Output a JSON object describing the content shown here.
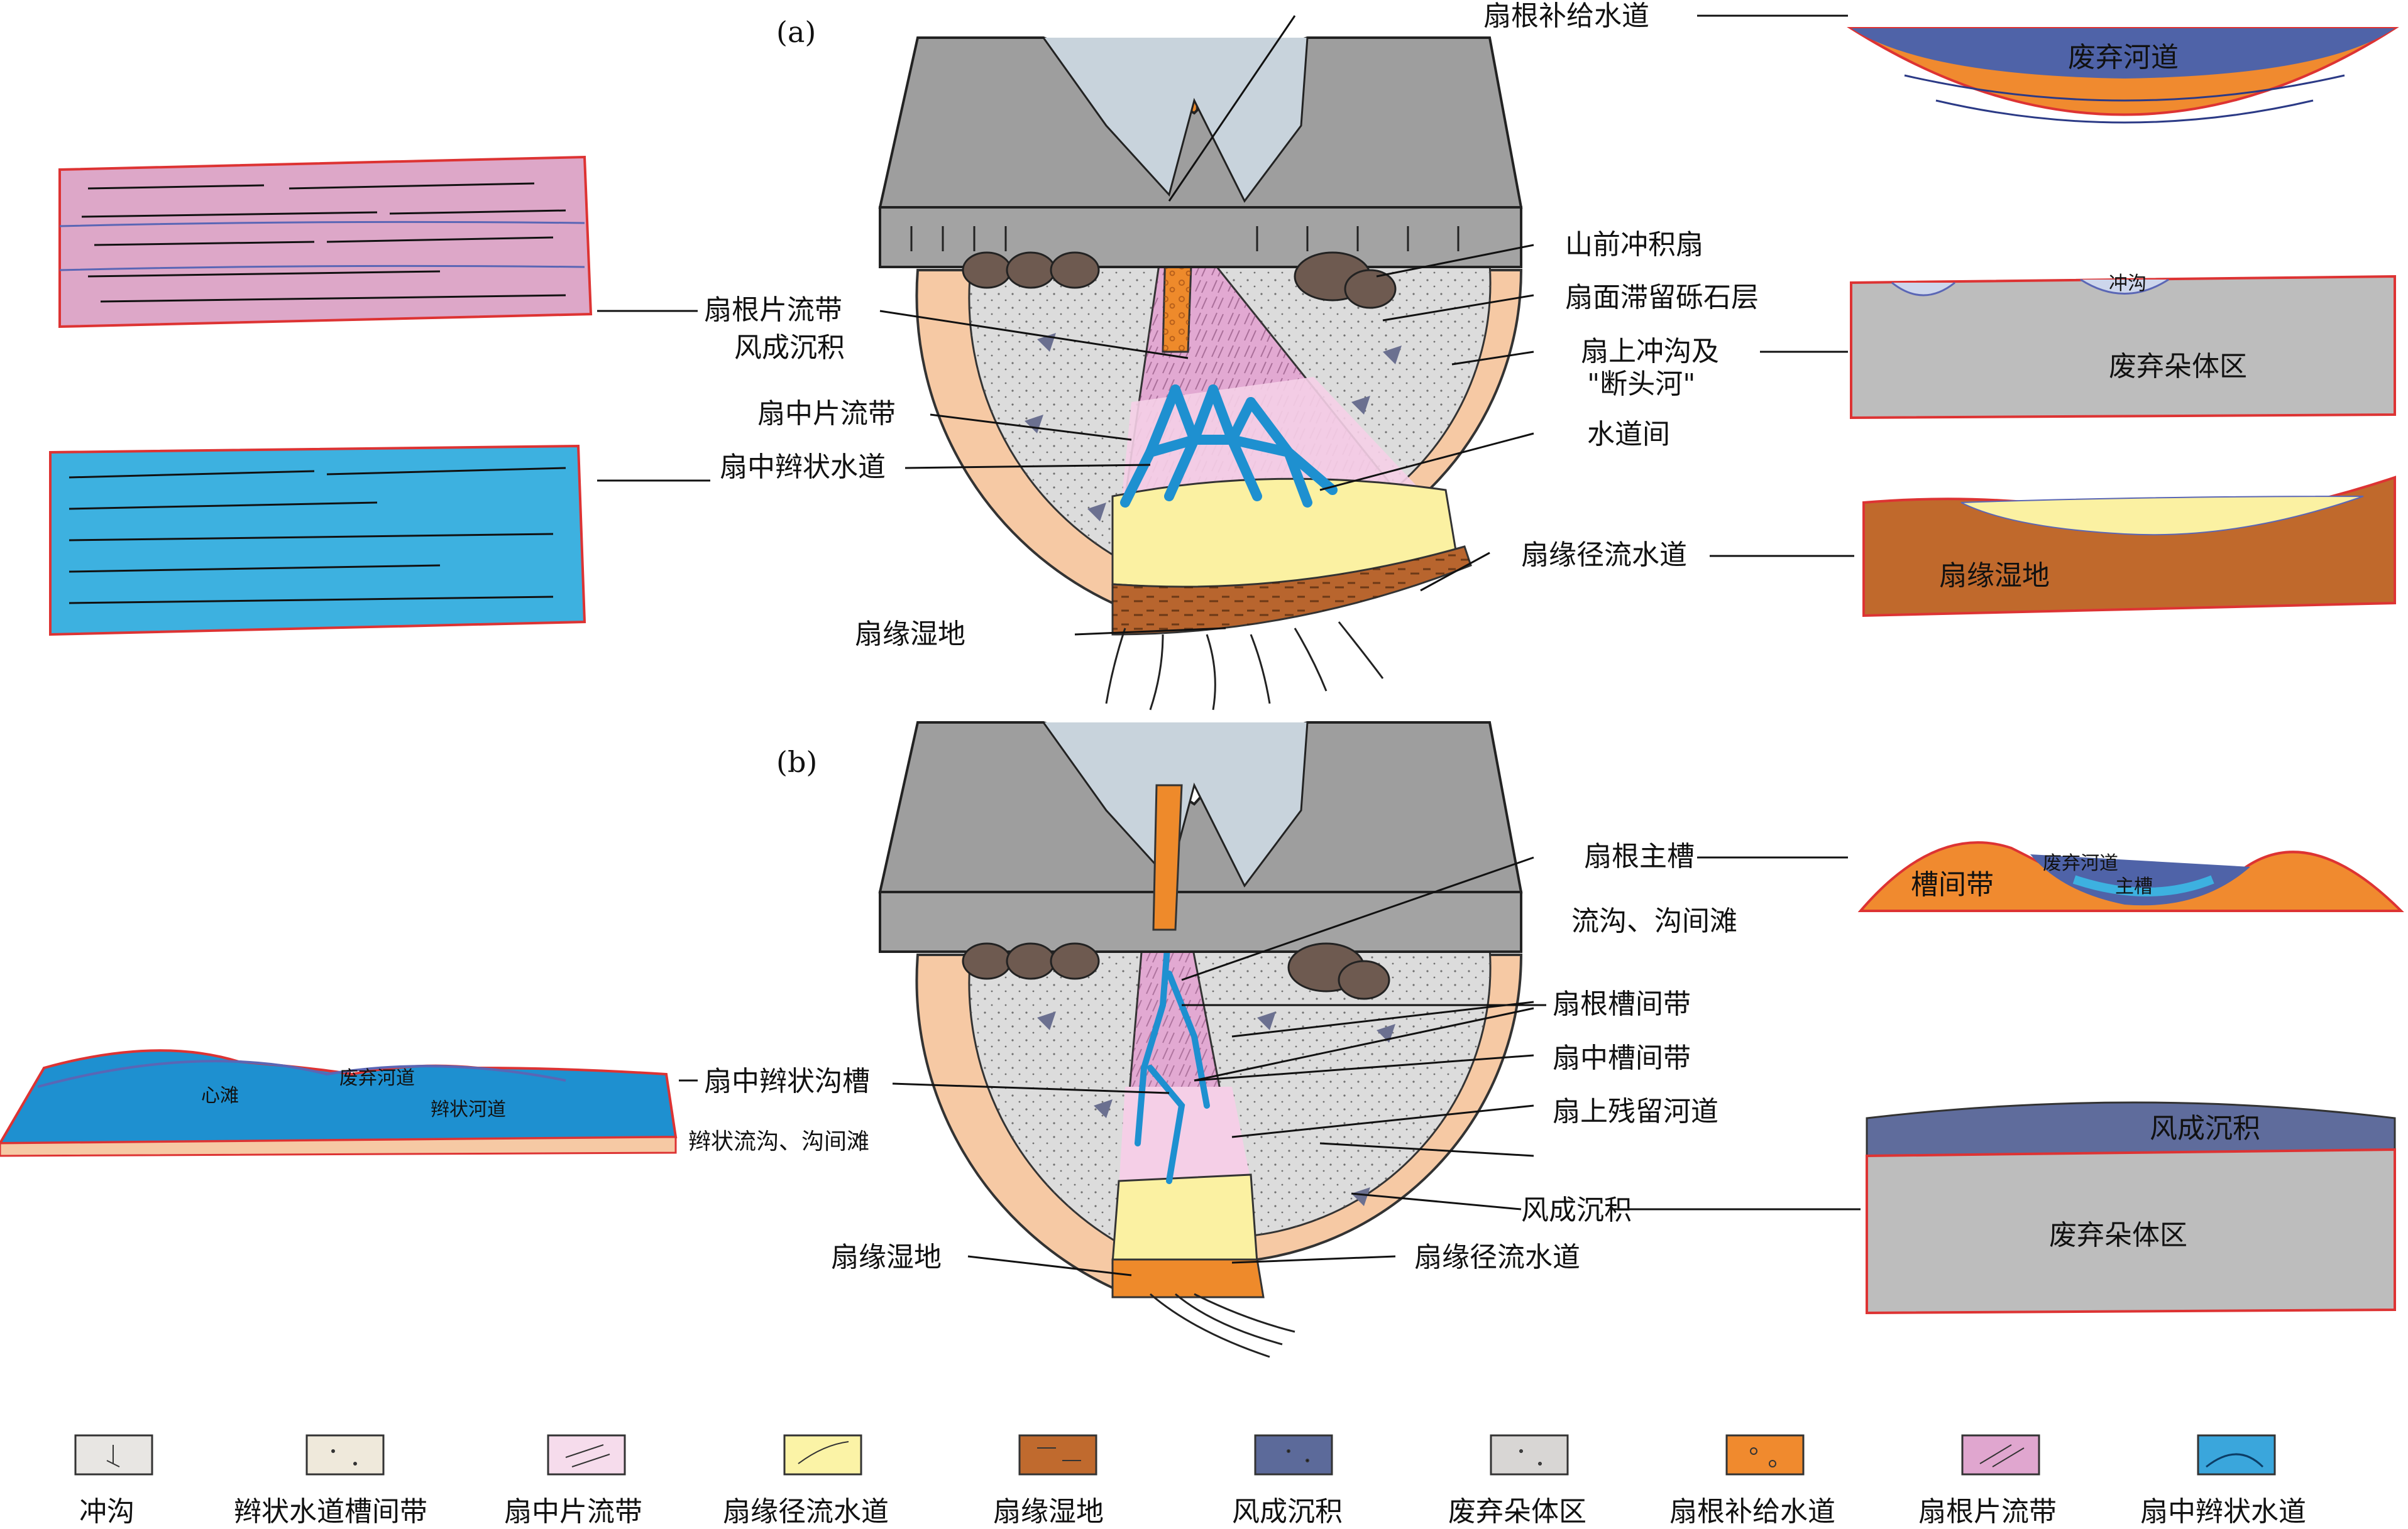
{
  "panels": {
    "a": "(a)",
    "b": "(b)"
  },
  "labels_a": {
    "fan_root_feeder": "扇根补给水道",
    "piedmont_fan": "山前冲积扇",
    "fan_lag_gravel": "扇面滞留砾石层",
    "upper_gully_1": "扇上冲沟及",
    "upper_gully_2": "\"断头河\"",
    "interchannel": "水道间",
    "fan_edge_runoff": "扇缘径流水道",
    "fan_edge_wetland": "扇缘湿地",
    "fan_root_sheet": "扇根片流带",
    "aeolian": "风成沉积",
    "mid_sheet": "扇中片流带",
    "mid_braided": "扇中辫状水道"
  },
  "labels_b": {
    "fan_root_main": "扇根主槽",
    "rill_bar": "流沟、沟间滩",
    "root_interchannel": "扇根槽间带",
    "mid_interchannel": "扇中槽间带",
    "upper_relict": "扇上残留河道",
    "aeolian": "风成沉积",
    "fan_edge_runoff": "扇缘径流水道",
    "fan_edge_wetland": "扇缘湿地",
    "mid_braided_trough": "扇中辫状沟槽",
    "braided_rill_bar": "辫状流沟、沟间滩"
  },
  "sections": {
    "abandoned_channel": "废弃河道",
    "gully": "冲沟",
    "abandoned_lobe": "废弃朵体区",
    "fan_edge_wetland": "扇缘湿地",
    "trough_zone": "槽间带",
    "abandoned_channel_small": "废弃河道",
    "main_trough": "主槽",
    "heart_bar": "心滩",
    "abandoned_channel_b": "废弃河道",
    "braided_channel": "辫状河道",
    "aeolian": "风成沉积",
    "abandoned_lobe_b": "废弃朵体区"
  },
  "legend": [
    {
      "label": "冲沟",
      "icon": "gully-pattern",
      "color": "#e8e6e3"
    },
    {
      "label": "辫状水道槽间带",
      "icon": "dotted-pattern",
      "color": "#efe9db"
    },
    {
      "label": "扇中片流带",
      "icon": "sheet-pattern",
      "color": "#f6dcec"
    },
    {
      "label": "扇缘径流水道",
      "icon": "runoff-pattern",
      "color": "#fbf3a6"
    },
    {
      "label": "扇缘湿地",
      "icon": "wetland-pattern",
      "color": "#c06a2e"
    },
    {
      "label": "风成沉积",
      "icon": "aeolian-pattern",
      "color": "#5c6a9a"
    },
    {
      "label": "废弃朵体区",
      "icon": "lobe-pattern",
      "color": "#d8d6d4"
    },
    {
      "label": "扇根补给水道",
      "icon": "feeder-pattern",
      "color": "#f08a2e"
    },
    {
      "label": "扇根片流带",
      "icon": "root-sheet-pattern",
      "color": "#e0a6cf"
    },
    {
      "label": "扇中辫状水道",
      "icon": "braided-pattern",
      "color": "#3aa6dc"
    }
  ],
  "colors": {
    "mountain": "#9e9e9e",
    "mountain_dark": "#8a8a8a",
    "fan_gray": "#d9d9d9",
    "fan_rim": "#f6c9a4",
    "feeder": "#ee8a2b",
    "root_sheet": "#e2a9d2",
    "mid_sheet": "#f5cfe7",
    "braided": "#1e90d0",
    "runoff": "#fbf1a2",
    "wetland": "#b8652e",
    "aeolian": "#5f6c9c",
    "section_pink": "#dda7c8",
    "section_blue": "#3db1e0",
    "section_orange": "#f08a2f",
    "section_navy": "#4f63a8",
    "section_gray": "#bdbdbd"
  }
}
